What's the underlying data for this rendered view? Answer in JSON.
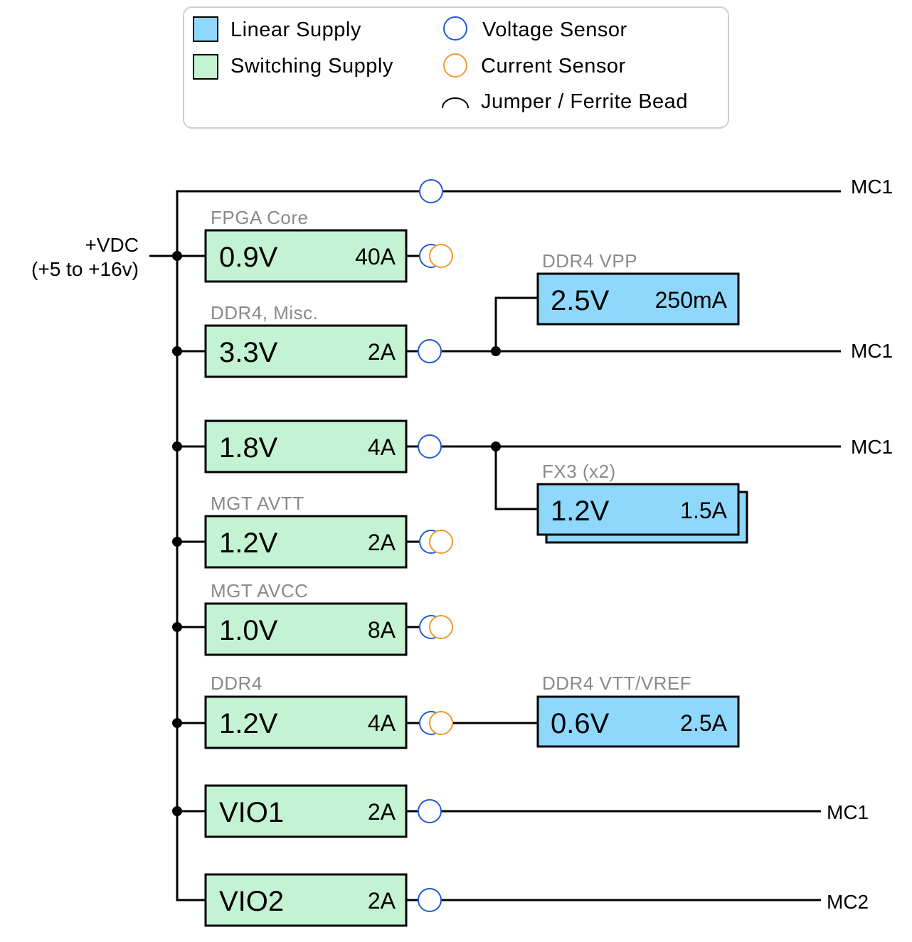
{
  "legend": {
    "linear_supply": "Linear Supply",
    "switching_supply": "Switching Supply",
    "voltage_sensor": "Voltage Sensor",
    "current_sensor": "Current Sensor",
    "jumper_ferrite": "Jumper / Ferrite Bead"
  },
  "colors": {
    "switching_fill": "#c4f3d3",
    "linear_fill": "#8dd8fb",
    "voltage_sensor": "#1f5bd6",
    "current_sensor": "#ef9a32",
    "wire": "#000000"
  },
  "input": {
    "line1": "+VDC",
    "line2": "(+5 to +16v)"
  },
  "top_rail": {
    "dest": "MC1"
  },
  "switching": [
    {
      "title": "FPGA Core",
      "voltage": "0.9V",
      "current": "40A",
      "sensors": "voltage+current"
    },
    {
      "title": "DDR4, Misc.",
      "voltage": "3.3V",
      "current": "2A",
      "sensors": "voltage",
      "dest": "MC1"
    },
    {
      "title": "",
      "voltage": "1.8V",
      "current": "4A",
      "sensors": "voltage",
      "dest": "MC1"
    },
    {
      "title": "MGT AVTT",
      "voltage": "1.2V",
      "current": "2A",
      "sensors": "voltage+current"
    },
    {
      "title": "MGT AVCC",
      "voltage": "1.0V",
      "current": "8A",
      "sensors": "voltage+current"
    },
    {
      "title": "DDR4",
      "voltage": "1.2V",
      "current": "4A",
      "sensors": "voltage+current"
    },
    {
      "title": "",
      "voltage": "VIO1",
      "current": "2A",
      "sensors": "voltage",
      "dest": "MC1"
    },
    {
      "title": "",
      "voltage": "VIO2",
      "current": "2A",
      "sensors": "voltage",
      "dest": "MC2"
    }
  ],
  "linear": [
    {
      "title": "DDR4 VPP",
      "voltage": "2.5V",
      "current": "250mA",
      "fed_by": "3.3V"
    },
    {
      "title": "FX3 (x2)",
      "voltage": "1.2V",
      "current": "1.5A",
      "fed_by": "1.8V"
    },
    {
      "title": "DDR4 VTT/VREF",
      "voltage": "0.6V",
      "current": "2.5A",
      "fed_by": "DDR4 1.2V"
    }
  ]
}
